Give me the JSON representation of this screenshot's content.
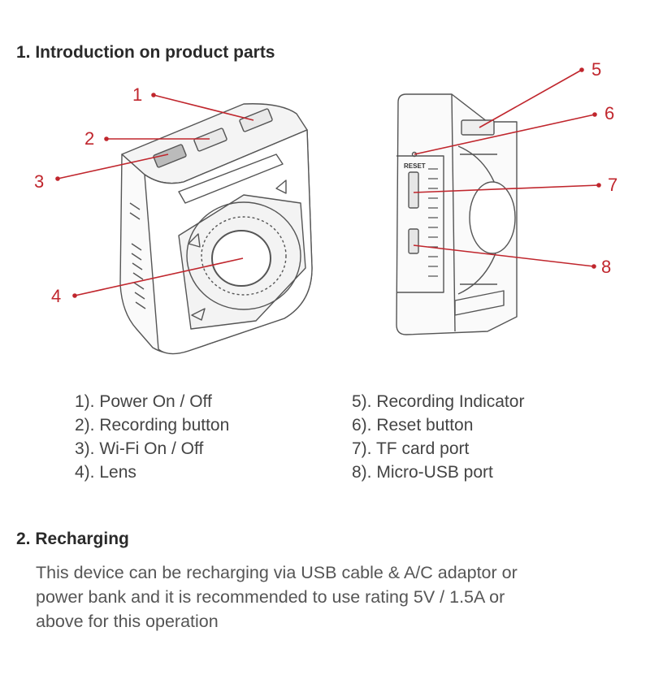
{
  "section1": {
    "title": "1. Introduction on product parts"
  },
  "callouts": [
    "1",
    "2",
    "3",
    "4",
    "5",
    "6",
    "7",
    "8"
  ],
  "device_side_label": "RESET",
  "parts_left": [
    "1). Power On / Off",
    "2). Recording button",
    "3). Wi-Fi On / Off",
    "4). Lens"
  ],
  "parts_right": [
    "5). Recording Indicator",
    "6). Reset button",
    "7). TF card port",
    "8). Micro-USB port"
  ],
  "section2": {
    "title": "2. Recharging",
    "body_lines": [
      "This device can be recharging via USB cable & A/C adaptor or",
      "power bank and it is recommended to use rating 5V / 1.5A or",
      "above for this operation"
    ]
  },
  "colors": {
    "accent": "#c0262d",
    "outline": "#555555"
  }
}
